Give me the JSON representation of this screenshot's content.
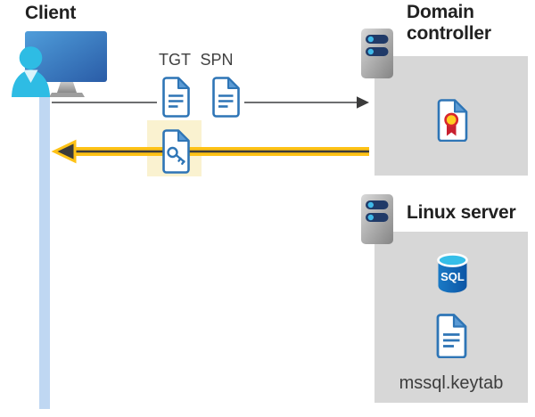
{
  "client": {
    "label": "Client"
  },
  "flow": {
    "tgt_label": "TGT",
    "spn_label": "SPN"
  },
  "domain_controller": {
    "label": "Domain controller"
  },
  "linux_server": {
    "label": "Linux server",
    "sql_badge": "SQL",
    "keytab_filename": "mssql.keytab"
  },
  "icons": {
    "client": "user-at-computer-icon",
    "tgt": "tgt-document-icon",
    "spn": "spn-document-icon",
    "ticket": "key-document-icon",
    "domain_controller": "server-icon",
    "certificate": "certificate-icon",
    "linux_server": "server-icon",
    "database": "sql-database-icon",
    "keytab": "document-icon"
  },
  "colors": {
    "accent_yellow": "#fec216",
    "highlight_yellow": "#faf2d0",
    "box_gray": "#d7d7d7",
    "doc_blue": "#2e75b6",
    "doc_fold_blue": "#5b9bd5",
    "timeline_blue": "#bfd7f2",
    "person_cyan": "#2ebce4",
    "server_bar_navy": "#203a68",
    "arrow_gray": "#58595b",
    "arrowhead_dark": "#3b3b3b",
    "sql_cyan": "#35bee8",
    "sql_blue": "#0f62b0",
    "cert_red": "#c8202f",
    "cert_gold": "#ffcd22"
  }
}
